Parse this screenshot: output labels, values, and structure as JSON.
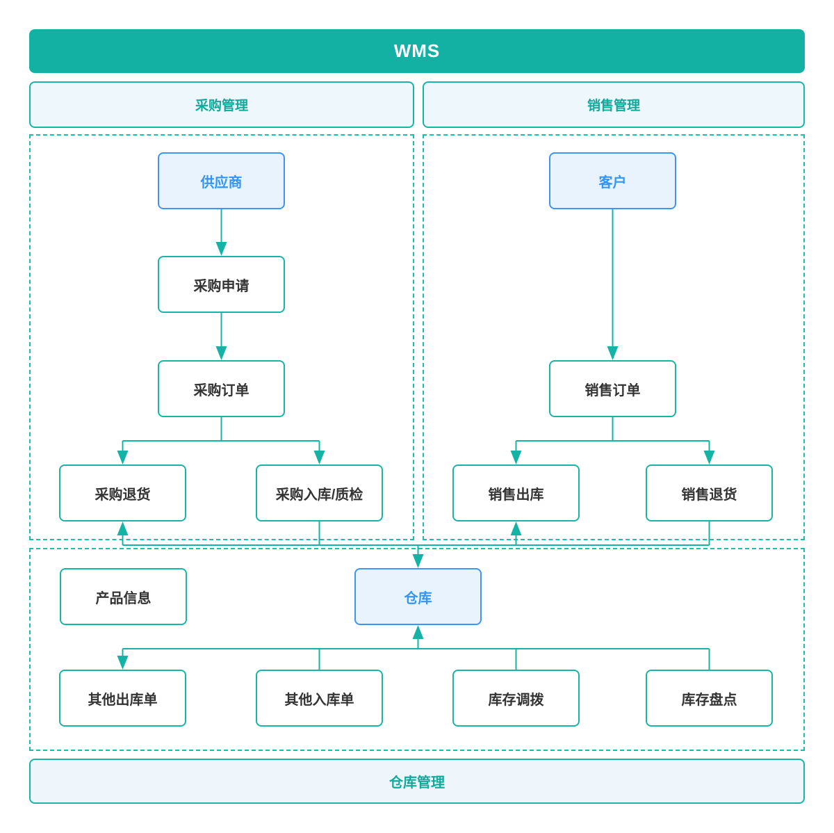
{
  "title_bar": {
    "label": "WMS"
  },
  "section_headers": {
    "purchase": {
      "label": "采购管理"
    },
    "sales": {
      "label": "销售管理"
    }
  },
  "footer_bar": {
    "label": "仓库管理"
  },
  "nodes": {
    "supplier": {
      "label": "供应商",
      "style": "blue"
    },
    "purchase_request": {
      "label": "采购申请",
      "style": "plain"
    },
    "purchase_order": {
      "label": "采购订单",
      "style": "plain"
    },
    "purchase_return": {
      "label": "采购退货",
      "style": "plain"
    },
    "purchase_inbound_qc": {
      "label": "采购入库/质检",
      "style": "plain"
    },
    "customer": {
      "label": "客户",
      "style": "blue"
    },
    "sales_order": {
      "label": "销售订单",
      "style": "plain"
    },
    "sales_outbound": {
      "label": "销售出库",
      "style": "plain"
    },
    "sales_return": {
      "label": "销售退货",
      "style": "plain"
    },
    "product_info": {
      "label": "产品信息",
      "style": "plain"
    },
    "warehouse": {
      "label": "仓库",
      "style": "blue"
    },
    "other_outbound": {
      "label": "其他出库单",
      "style": "plain"
    },
    "other_inbound": {
      "label": "其他入库单",
      "style": "plain"
    },
    "inventory_transfer": {
      "label": "库存调拨",
      "style": "plain"
    },
    "inventory_count": {
      "label": "库存盘点",
      "style": "plain"
    }
  },
  "edges": [
    {
      "from": "supplier",
      "to": "purchase_request"
    },
    {
      "from": "purchase_request",
      "to": "purchase_order"
    },
    {
      "from": "purchase_order",
      "to": "purchase_return"
    },
    {
      "from": "purchase_order",
      "to": "purchase_inbound_qc"
    },
    {
      "from": "customer",
      "to": "sales_order"
    },
    {
      "from": "sales_order",
      "to": "sales_outbound"
    },
    {
      "from": "sales_order",
      "to": "sales_return"
    },
    {
      "from": "purchase_inbound_qc",
      "to": "warehouse"
    },
    {
      "from": "sales_return",
      "to": "warehouse"
    },
    {
      "from": "warehouse",
      "to": "purchase_return"
    },
    {
      "from": "warehouse",
      "to": "sales_outbound"
    },
    {
      "from": "warehouse",
      "to": "other_outbound"
    },
    {
      "from": "other_inbound",
      "to": "warehouse"
    },
    {
      "from": "inventory_transfer",
      "to": "warehouse"
    },
    {
      "from": "inventory_count",
      "to": "warehouse"
    }
  ],
  "colors": {
    "teal_banner": "#12b1a3",
    "teal_line": "#14b3a5",
    "teal_border": "#16b5a6",
    "teal_dashed": "#1dbdae",
    "teal_text": "#11a99c",
    "blue_border": "#3f94f0",
    "blue_fill": "#e8f3fe",
    "blue_text": "#3595f3",
    "light_panel_fill": "#eef7fc",
    "dark_text": "#333333"
  }
}
